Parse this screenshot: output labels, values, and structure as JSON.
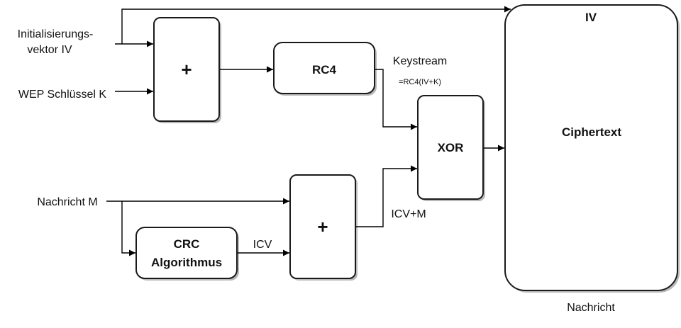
{
  "inputs": {
    "iv_line1": "Initialisierungs-",
    "iv_line2": "vektor IV",
    "key": "WEP Schlüssel K",
    "message": "Nachricht M"
  },
  "blocks": {
    "plus_top": "+",
    "rc4": "RC4",
    "xor": "XOR",
    "plus_bottom": "+",
    "crc_line1": "CRC",
    "crc_line2": "Algorithmus"
  },
  "signals": {
    "keystream": "Keystream",
    "keystream_formula": "=RC4(IV+K)",
    "icv": "ICV",
    "icv_plus_m": "ICV+M"
  },
  "output": {
    "iv": "IV",
    "ciphertext": "Ciphertext",
    "caption": "Nachricht"
  }
}
